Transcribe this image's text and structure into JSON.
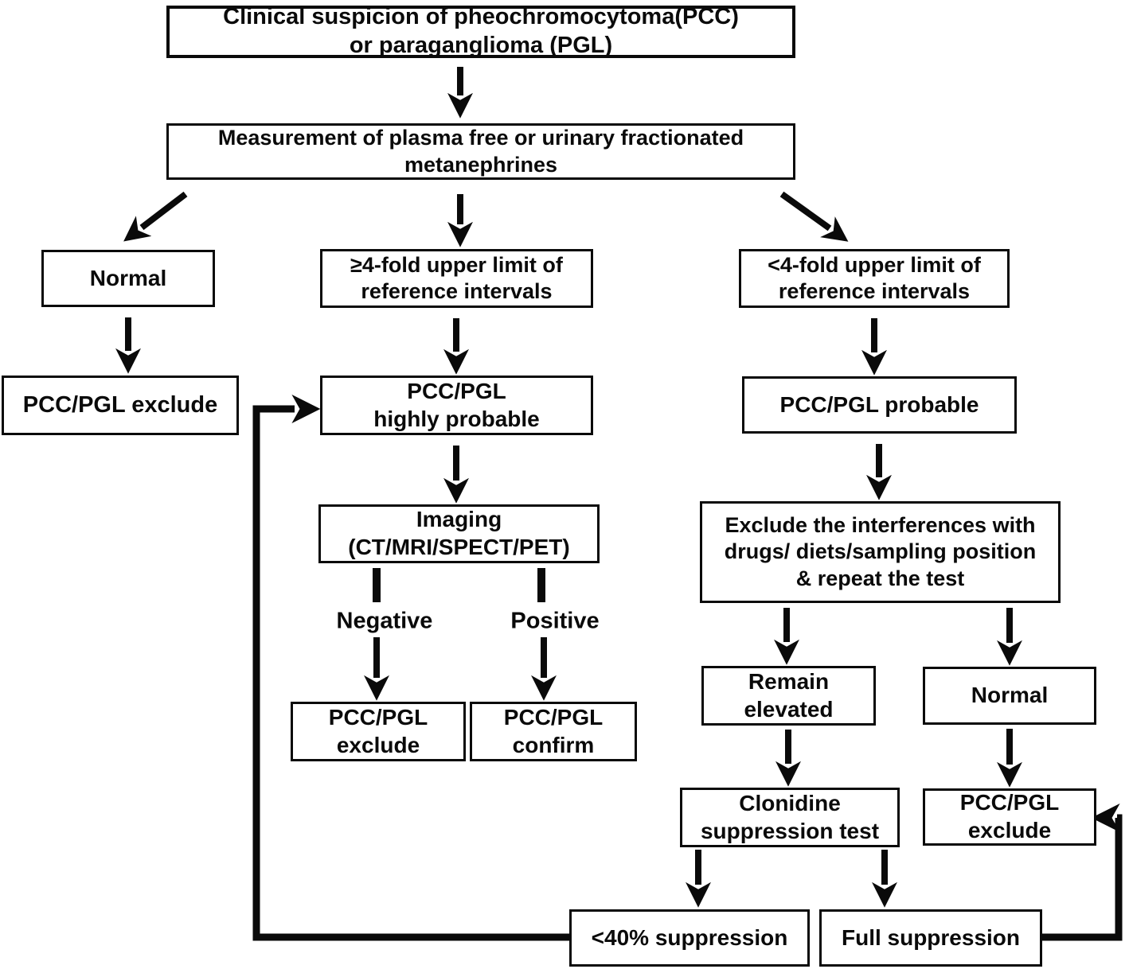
{
  "colors": {
    "background": "#ffffff",
    "ink": "#0a0a0a"
  },
  "nodes": {
    "clinical_suspicion": {
      "line1": "Clinical suspicion of pheochromocytoma(PCC)",
      "line2": "or paraganglioma (PGL)"
    },
    "measurement": {
      "line1": "Measurement of plasma free or urinary fractionated",
      "line2": "metanephrines"
    },
    "normal_left": {
      "line1": "Normal"
    },
    "ge_4fold": {
      "line1": "≥4-fold upper limit of",
      "line2": "reference intervals"
    },
    "lt_4fold": {
      "line1": "<4-fold upper limit of",
      "line2": "reference intervals"
    },
    "exclude_left": {
      "line1": "PCC/PGL exclude"
    },
    "highly_probable": {
      "line1": "PCC/PGL",
      "line2": "highly probable"
    },
    "probable": {
      "line1": "PCC/PGL probable"
    },
    "imaging": {
      "line1": "Imaging",
      "line2": "(CT/MRI/SPECT/PET)"
    },
    "interferences": {
      "line1": "Exclude the interferences with",
      "line2": "drugs/ diets/sampling position",
      "line3": "& repeat the test"
    },
    "remain_elevated": {
      "line1": "Remain",
      "line2": "elevated"
    },
    "normal_right": {
      "line1": "Normal"
    },
    "exclude_mid": {
      "line1": "PCC/PGL",
      "line2": "exclude"
    },
    "confirm": {
      "line1": "PCC/PGL",
      "line2": "confirm"
    },
    "clonidine": {
      "line1": "Clonidine",
      "line2": "suppression test"
    },
    "exclude_right": {
      "line1": "PCC/PGL",
      "line2": "exclude"
    },
    "lt40_suppression": {
      "line1": "<40% suppression"
    },
    "full_suppression": {
      "line1": "Full suppression"
    }
  },
  "edge_labels": {
    "negative": "Negative",
    "positive": "Positive"
  },
  "edges": [
    {
      "from": "clinical_suspicion",
      "to": "measurement"
    },
    {
      "from": "measurement",
      "to": "normal_left"
    },
    {
      "from": "measurement",
      "to": "ge_4fold"
    },
    {
      "from": "measurement",
      "to": "lt_4fold"
    },
    {
      "from": "normal_left",
      "to": "exclude_left"
    },
    {
      "from": "ge_4fold",
      "to": "highly_probable"
    },
    {
      "from": "highly_probable",
      "to": "imaging"
    },
    {
      "from": "imaging",
      "to": "exclude_mid",
      "label": "Negative"
    },
    {
      "from": "imaging",
      "to": "confirm",
      "label": "Positive"
    },
    {
      "from": "lt_4fold",
      "to": "probable"
    },
    {
      "from": "probable",
      "to": "interferences"
    },
    {
      "from": "interferences",
      "to": "remain_elevated"
    },
    {
      "from": "interferences",
      "to": "normal_right"
    },
    {
      "from": "remain_elevated",
      "to": "clonidine"
    },
    {
      "from": "normal_right",
      "to": "exclude_right"
    },
    {
      "from": "clonidine",
      "to": "lt40_suppression"
    },
    {
      "from": "clonidine",
      "to": "full_suppression"
    },
    {
      "from": "lt40_suppression",
      "to": "highly_probable"
    },
    {
      "from": "full_suppression",
      "to": "exclude_right"
    }
  ]
}
